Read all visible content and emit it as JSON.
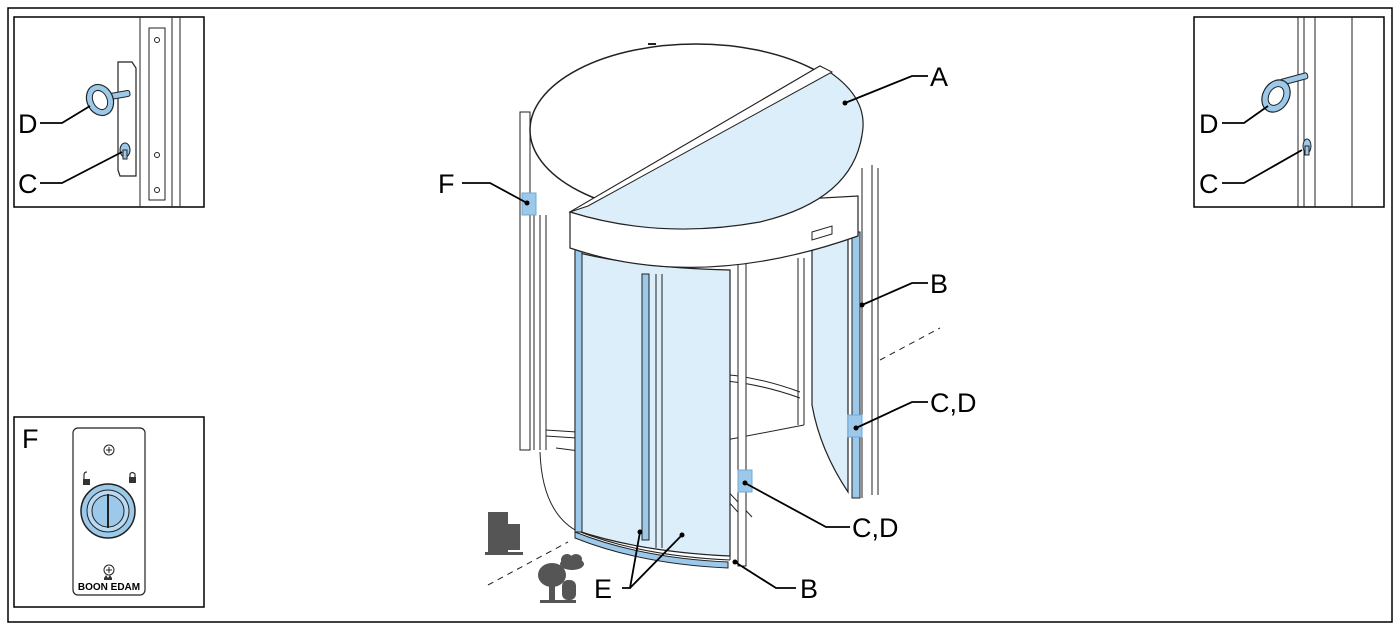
{
  "labels": {
    "a": "A",
    "b_upper": "B",
    "b_lower": "B",
    "cd_upper": "C,D",
    "cd_lower": "C,D",
    "e": "E",
    "f": "F"
  },
  "inset_top_left": {
    "d": "D",
    "c": "C"
  },
  "inset_top_right": {
    "d": "D",
    "c": "C"
  },
  "inset_bottom_left": {
    "f": "F",
    "brand": "BOON EDAM"
  },
  "colors": {
    "glass": "#dbeef9",
    "highlight": "#9cc9ea",
    "line": "#000000"
  },
  "icons": [
    "building-icon",
    "tree-icon",
    "cloud-icon",
    "unlocked-padlock-icon",
    "locked-padlock-icon",
    "screw-icon",
    "crown-icon"
  ]
}
